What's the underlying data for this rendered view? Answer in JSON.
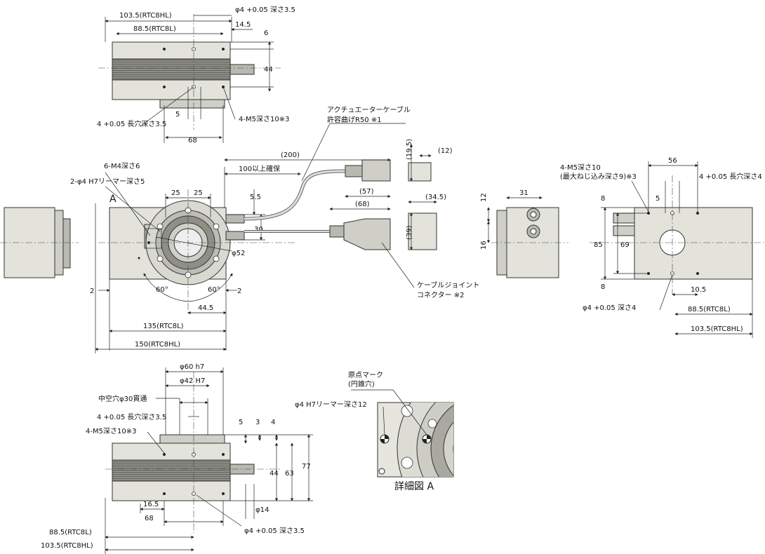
{
  "top_view": {
    "d_103_5": "103.5(RTC8HL)",
    "d_88_5": "88.5(RTC8L)",
    "d_phi4": "φ4 +0.05 深さ3.5",
    "d_14_5": "14.5",
    "d_6": "6",
    "d_44": "44",
    "d_5": "5",
    "d_slot": "4 +0.05 長穴深さ3.5",
    "d_m5": "4-M5深さ10※3",
    "d_68": "68"
  },
  "cable_notes": {
    "actuator_cable_1": "アクチュエーターケーブル",
    "actuator_cable_2": "許容曲げR50 ※1",
    "d_200": "(200)",
    "d_100": "100以上確保",
    "d_57": "(57)",
    "d_68": "(68)",
    "d_19_5": "(19.5)",
    "d_12": "(12)",
    "d_34_5": "(34.5)",
    "d_39": "(39)",
    "joint_1": "ケーブルジョイント",
    "joint_2": "コネクター ※2"
  },
  "front_view": {
    "m4": "6-M4深さ6",
    "reamer": "2-φ4 H7リーマー深さ5",
    "label_a": "A",
    "d_25a": "25",
    "d_25b": "25",
    "d_5_5": "5.5",
    "d_30": "30",
    "d_phi52": "φ52",
    "d_60a": "60°",
    "d_60b": "60°",
    "d_2a": "2",
    "d_2b": "2",
    "d_44_5": "44.5",
    "d_135": "135(RTC8L)",
    "d_150": "150(RTC8HL)"
  },
  "right_view": {
    "m5": "4-M5深さ10",
    "m5_note": "(最大ねじ込み深さ9)※3",
    "d_56": "56",
    "slot": "4 +0.05 長穴深さ4",
    "d_31": "31",
    "d_12": "12",
    "d_16": "16",
    "d_8a": "8",
    "d_5": "5",
    "d_85": "85",
    "d_69": "69",
    "d_8b": "8",
    "d_10_5": "10.5",
    "phi4": "φ4 +0.05 深さ4",
    "d_88_5": "88.5(RTC8L)",
    "d_103_5": "103.5(RTC8HL)"
  },
  "bottom_view": {
    "d_phi60": "φ60 h7",
    "d_phi42": "φ42 H7",
    "hollow": "中空穴φ30貫通",
    "slot": "4 +0.05 長穴深さ3.5",
    "m5": "4-M5深さ10※3",
    "d_5": "5",
    "d_3": "3",
    "d_4": "4",
    "d_44": "44",
    "d_63": "63",
    "d_77": "77",
    "d_phi14": "φ14",
    "d_16_5": "16.5",
    "d_68": "68",
    "d_88_5": "88.5(RTC8L)",
    "d_103_5": "103.5(RTC8HL)",
    "phi4": "φ4 +0.05 深さ3.5"
  },
  "detail": {
    "origin_1": "原点マーク",
    "origin_2": "(円錐穴)",
    "reamer": "φ4 H7リーマー深さ12",
    "caption": "詳細図 A"
  }
}
